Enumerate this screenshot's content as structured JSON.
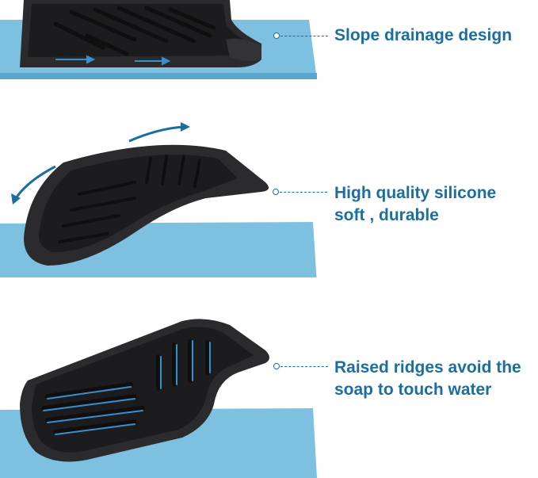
{
  "colors": {
    "accent": "#1a6fa0",
    "mat": "#7ec0df",
    "mat_dark": "#5aa5cc",
    "tray": "#2b2b2d",
    "tray_inner": "#1c1c1e",
    "ridge_highlight": "#3a8fc9"
  },
  "features": [
    {
      "label": "Slope drainage design"
    },
    {
      "label_line1": "High quality silicone",
      "label_line2": "soft ,  durable"
    },
    {
      "label_line1": "Raised ridges avoid the",
      "label_line2": "soap to touch water"
    }
  ]
}
